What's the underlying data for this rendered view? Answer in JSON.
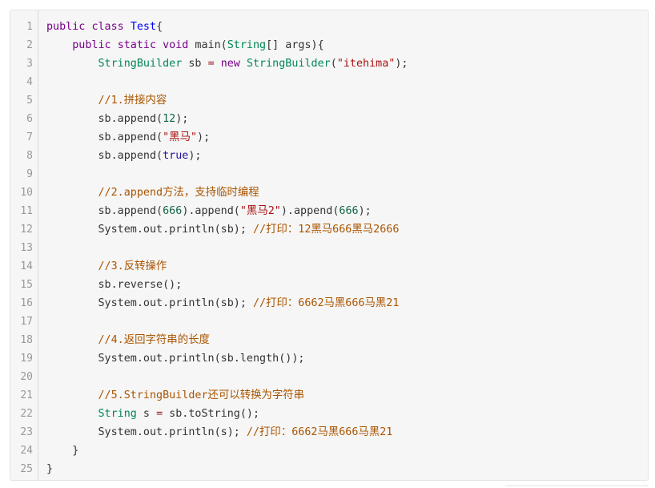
{
  "code_lines": [
    {
      "n": "1",
      "tokens": [
        {
          "t": "public",
          "c": "kw"
        },
        {
          "t": " ",
          "c": ""
        },
        {
          "t": "class",
          "c": "kw"
        },
        {
          "t": " ",
          "c": ""
        },
        {
          "t": "Test",
          "c": "def"
        },
        {
          "t": "{",
          "c": ""
        }
      ]
    },
    {
      "n": "2",
      "tokens": [
        {
          "t": "    ",
          "c": ""
        },
        {
          "t": "public",
          "c": "kw"
        },
        {
          "t": " ",
          "c": ""
        },
        {
          "t": "static",
          "c": "kw"
        },
        {
          "t": " ",
          "c": ""
        },
        {
          "t": "void",
          "c": "kw"
        },
        {
          "t": " main(",
          "c": ""
        },
        {
          "t": "String",
          "c": "ty"
        },
        {
          "t": "[] args){",
          "c": ""
        }
      ]
    },
    {
      "n": "3",
      "tokens": [
        {
          "t": "        ",
          "c": ""
        },
        {
          "t": "StringBuilder",
          "c": "ty"
        },
        {
          "t": " sb ",
          "c": ""
        },
        {
          "t": "=",
          "c": "op"
        },
        {
          "t": " ",
          "c": ""
        },
        {
          "t": "new",
          "c": "kw"
        },
        {
          "t": " ",
          "c": ""
        },
        {
          "t": "StringBuilder",
          "c": "ty"
        },
        {
          "t": "(",
          "c": ""
        },
        {
          "t": "\"itehima\"",
          "c": "str"
        },
        {
          "t": ");",
          "c": ""
        }
      ]
    },
    {
      "n": "4",
      "tokens": []
    },
    {
      "n": "5",
      "tokens": [
        {
          "t": "        ",
          "c": ""
        },
        {
          "t": "//1.拼接内容",
          "c": "cm"
        }
      ]
    },
    {
      "n": "6",
      "tokens": [
        {
          "t": "        sb.append(",
          "c": ""
        },
        {
          "t": "12",
          "c": "num"
        },
        {
          "t": ");",
          "c": ""
        }
      ]
    },
    {
      "n": "7",
      "tokens": [
        {
          "t": "        sb.append(",
          "c": ""
        },
        {
          "t": "\"黑马\"",
          "c": "str"
        },
        {
          "t": ");",
          "c": ""
        }
      ]
    },
    {
      "n": "8",
      "tokens": [
        {
          "t": "        sb.append(",
          "c": ""
        },
        {
          "t": "true",
          "c": "atom"
        },
        {
          "t": ");",
          "c": ""
        }
      ]
    },
    {
      "n": "9",
      "tokens": []
    },
    {
      "n": "10",
      "tokens": [
        {
          "t": "        ",
          "c": ""
        },
        {
          "t": "//2.append方法，支持临时编程",
          "c": "cm"
        }
      ]
    },
    {
      "n": "11",
      "tokens": [
        {
          "t": "        sb.append(",
          "c": ""
        },
        {
          "t": "666",
          "c": "num"
        },
        {
          "t": ").append(",
          "c": ""
        },
        {
          "t": "\"黑马2\"",
          "c": "str"
        },
        {
          "t": ").append(",
          "c": ""
        },
        {
          "t": "666",
          "c": "num"
        },
        {
          "t": ");",
          "c": ""
        }
      ]
    },
    {
      "n": "12",
      "tokens": [
        {
          "t": "        System.out.println(sb); ",
          "c": ""
        },
        {
          "t": "//打印：12黑马666黑马2666",
          "c": "cm"
        }
      ]
    },
    {
      "n": "13",
      "tokens": []
    },
    {
      "n": "14",
      "tokens": [
        {
          "t": "        ",
          "c": ""
        },
        {
          "t": "//3.反转操作",
          "c": "cm"
        }
      ]
    },
    {
      "n": "15",
      "tokens": [
        {
          "t": "        sb.reverse();",
          "c": ""
        }
      ]
    },
    {
      "n": "16",
      "tokens": [
        {
          "t": "        System.out.println(sb); ",
          "c": ""
        },
        {
          "t": "//打印：6662马黑666马黑21",
          "c": "cm"
        }
      ]
    },
    {
      "n": "17",
      "tokens": []
    },
    {
      "n": "18",
      "tokens": [
        {
          "t": "        ",
          "c": ""
        },
        {
          "t": "//4.返回字符串的长度",
          "c": "cm"
        }
      ]
    },
    {
      "n": "19",
      "tokens": [
        {
          "t": "        System.out.println(sb.length());",
          "c": ""
        }
      ]
    },
    {
      "n": "20",
      "tokens": []
    },
    {
      "n": "21",
      "tokens": [
        {
          "t": "        ",
          "c": ""
        },
        {
          "t": "//5.StringBuilder还可以转换为字符串",
          "c": "cm"
        }
      ]
    },
    {
      "n": "22",
      "tokens": [
        {
          "t": "        ",
          "c": ""
        },
        {
          "t": "String",
          "c": "ty"
        },
        {
          "t": " s ",
          "c": ""
        },
        {
          "t": "=",
          "c": "op"
        },
        {
          "t": " sb.toString();",
          "c": ""
        }
      ]
    },
    {
      "n": "23",
      "tokens": [
        {
          "t": "        System.out.println(s); ",
          "c": ""
        },
        {
          "t": "//打印：6662马黑666马黑21",
          "c": "cm"
        }
      ]
    },
    {
      "n": "24",
      "tokens": [
        {
          "t": "    }",
          "c": ""
        }
      ]
    },
    {
      "n": "25",
      "tokens": [
        {
          "t": "}",
          "c": ""
        }
      ]
    }
  ],
  "colors": {
    "keyword": "#770088",
    "type": "#008855",
    "definition": "#0000ff",
    "string": "#aa1111",
    "number": "#116644",
    "atom": "#221199",
    "comment": "#aa5500",
    "operator": "#981a1a",
    "background": "#f6f6f6",
    "line_number": "#999999"
  }
}
